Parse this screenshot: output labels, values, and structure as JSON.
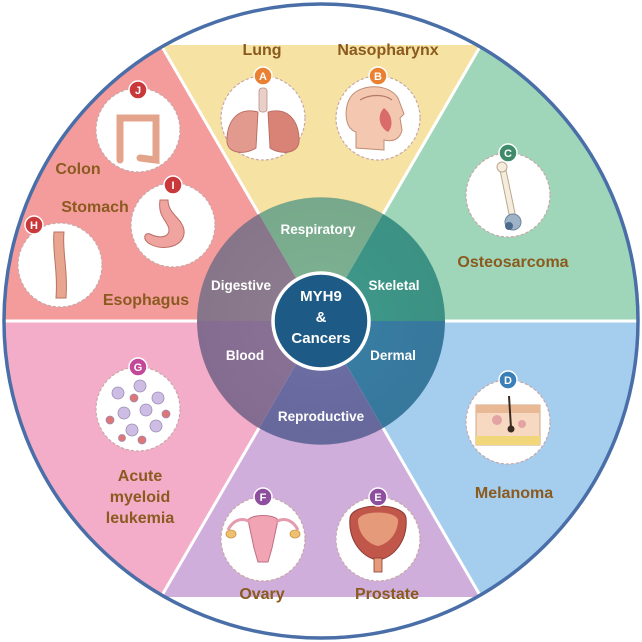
{
  "center": {
    "line1": "MYH9",
    "line2": "&",
    "line3": "Cancers"
  },
  "systems": {
    "respiratory": "Respiratory",
    "skeletal": "Skeletal",
    "dermal": "Dermal",
    "reproductive": "Reproductive",
    "blood": "Blood",
    "digestive": "Digestive"
  },
  "cancers": {
    "lung": "Lung",
    "nasopharynx": "Nasopharynx",
    "osteosarcoma": "Osteosarcoma",
    "melanoma": "Melanoma",
    "prostate": "Prostate",
    "ovary": "Ovary",
    "aml_line1": "Acute",
    "aml_line2": "myeloid",
    "aml_line3": "leukemia",
    "esophagus": "Esophagus",
    "stomach": "Stomach",
    "colon": "Colon"
  },
  "badges": {
    "a": "A",
    "b": "B",
    "c": "C",
    "d": "D",
    "e": "E",
    "f": "F",
    "g": "G",
    "h": "H",
    "i": "I",
    "j": "J"
  },
  "colors": {
    "respiratory": "#f6e3a4",
    "skeletal": "#9fd6b9",
    "dermal": "#a4cdee",
    "reproductive": "#cfaedb",
    "blood": "#f4adc8",
    "digestive": "#f49c9c",
    "ring": "#4a6fa8",
    "outer_text": "#8a5a1e",
    "center": "#1d5a86"
  }
}
